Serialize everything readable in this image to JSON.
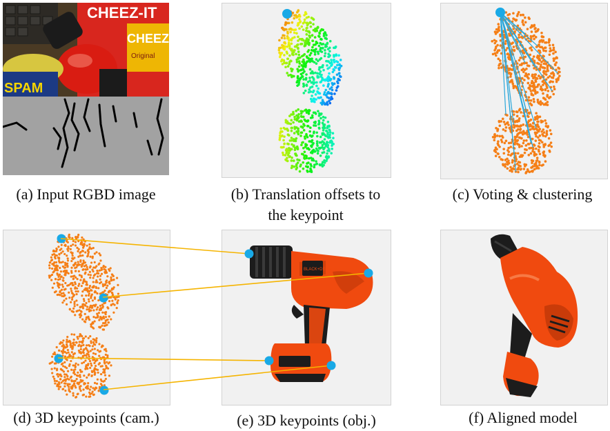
{
  "figure": {
    "captions": {
      "a": "(a) Input RGBD image",
      "b_line1": "(b) Translation offsets to",
      "b_line2": "the keypoint",
      "c": "(c) Voting & clustering",
      "d": "(d) 3D keypoints (cam.)",
      "e": "(e) 3D keypoints (obj.)",
      "f": "(f) Aligned model"
    },
    "rgb_labels": {
      "box_brand": "CHEEZ-IT",
      "box_sub": "Original",
      "spam": "SPAM"
    },
    "drill_label": "BLACK+DECKER",
    "colors": {
      "point_orange": "#f57f17",
      "keypoint_blue": "#19a9e6",
      "vote_line": "#2aa6d9",
      "correspondence_line": "#f5b400",
      "drill_orange": "#f04a0f",
      "drill_black": "#1c1c1c",
      "panel_bg": "#f1f1f1"
    }
  }
}
